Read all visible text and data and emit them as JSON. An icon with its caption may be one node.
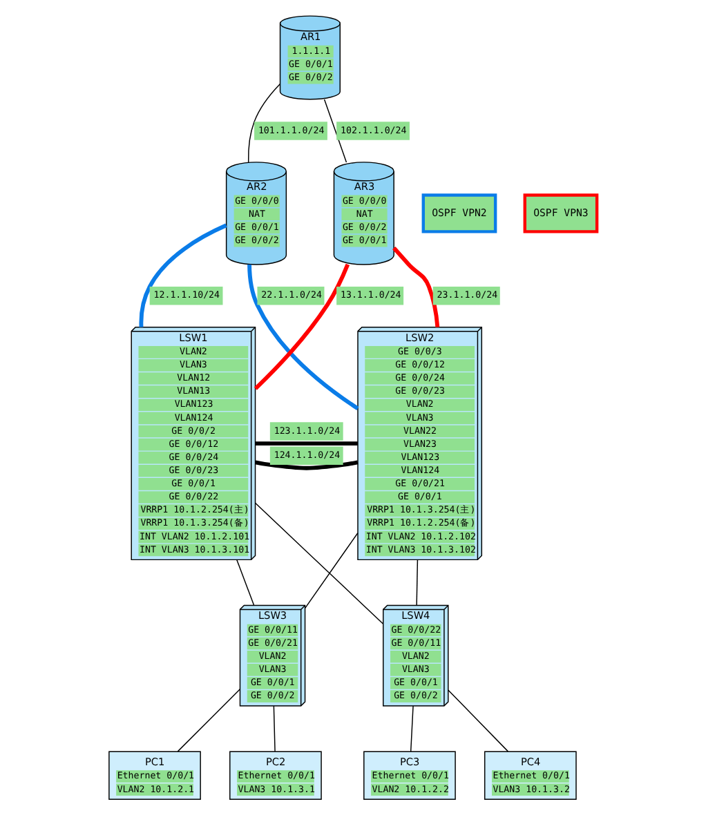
{
  "diagram": {
    "nodes": [
      {
        "text": [
          "AR1",
          "1.1.1.1",
          "GE 0/0/1",
          "GE 0/0/2"
        ]
      },
      {
        "text": [
          "AR2",
          "GE 0/0/0",
          "NAT",
          "GE 0/0/1",
          "GE 0/0/2"
        ]
      },
      {
        "text": [
          "AR3",
          "GE 0/0/0",
          "NAT",
          "GE 0/0/2",
          "GE 0/0/1"
        ]
      },
      {
        "text": [
          "LSW1",
          "VLAN2",
          "VLAN3",
          "VLAN12",
          "VLAN13",
          "VLAN123",
          "VLAN124",
          "GE 0/0/2",
          "GE 0/0/12",
          "GE 0/0/24",
          "GE 0/0/23",
          "GE 0/0/1",
          "GE 0/0/22",
          "VRRP1 10.1.2.254(主)",
          "VRRP1 10.1.3.254(备)",
          "INT VLAN2 10.1.2.101",
          "INT VLAN3 10.1.3.101"
        ]
      },
      {
        "text": [
          "LSW2",
          "GE 0/0/3",
          "GE 0/0/12",
          "GE 0/0/24",
          "GE 0/0/23",
          "VLAN2",
          "VLAN3",
          "VLAN22",
          "VLAN23",
          "VLAN123",
          "VLAN124",
          "GE 0/0/21",
          "GE 0/0/1",
          "VRRP1 10.1.3.254(主)",
          "VRRP1 10.1.2.254(备)",
          "INT VLAN2 10.1.2.102",
          "INT VLAN3 10.1.3.102"
        ]
      },
      {
        "text": [
          "LSW3",
          "GE 0/0/11",
          "GE 0/0/21",
          "VLAN2",
          "VLAN3",
          "GE 0/0/1",
          "GE 0/0/2"
        ]
      },
      {
        "text": [
          "LSW4",
          "GE 0/0/22",
          "GE 0/0/11",
          "VLAN2",
          "VLAN3",
          "GE 0/0/1",
          "GE 0/0/2"
        ]
      },
      {
        "text": [
          "PC1",
          "Ethernet 0/0/1",
          "VLAN2 10.1.2.1"
        ]
      },
      {
        "text": [
          "PC2",
          "Ethernet 0/0/1",
          "VLAN3 10.1.3.1"
        ]
      },
      {
        "text": [
          "PC3",
          "Ethernet 0/0/1",
          "VLAN2 10.1.2.2"
        ]
      },
      {
        "text": [
          "PC4",
          "Ethernet 0/0/1",
          "VLAN3 10.1.3.2"
        ]
      }
    ],
    "edges": [
      {
        "from": 0,
        "to": 1,
        "arrow": "none",
        "label": "101.1.1.0/24"
      },
      {
        "from": 0,
        "to": 2,
        "arrow": "none",
        "label": "102.1.1.0/24"
      },
      {
        "from": 1,
        "to": 3,
        "arrow": "none",
        "label": "12.1.1.10/24",
        "style": "thick",
        "color": "#0a7ce8"
      },
      {
        "from": 1,
        "to": 4,
        "arrow": "none",
        "label": "22.1.1.0/24",
        "style": "thick",
        "color": "#0a7ce8"
      },
      {
        "from": 2,
        "to": 3,
        "arrow": "none",
        "label": "13.1.1.0/24",
        "style": "thick",
        "color": "#ff0000"
      },
      {
        "from": 2,
        "to": 4,
        "arrow": "none",
        "label": "23.1.1.0/24",
        "style": "thick",
        "color": "#ff0000"
      },
      {
        "from": 3,
        "to": 4,
        "arrow": "none",
        "label": "123.1.1.0/24",
        "style": "thick"
      },
      {
        "from": 3,
        "to": 4,
        "arrow": "none",
        "label": "124.1.1.0/24",
        "style": "thick"
      },
      {
        "from": 3,
        "to": 5,
        "arrow": "none"
      },
      {
        "from": 3,
        "to": 6,
        "arrow": "none"
      },
      {
        "from": 4,
        "to": 5,
        "arrow": "none"
      },
      {
        "from": 4,
        "to": 6,
        "arrow": "none"
      },
      {
        "from": 5,
        "to": 7,
        "arrow": "none"
      },
      {
        "from": 5,
        "to": 8,
        "arrow": "none"
      },
      {
        "from": 6,
        "to": 9,
        "arrow": "none"
      },
      {
        "from": 6,
        "to": 10,
        "arrow": "none"
      }
    ],
    "labels": [
      "OSPF VPN2",
      "OSPF VPN3"
    ]
  }
}
